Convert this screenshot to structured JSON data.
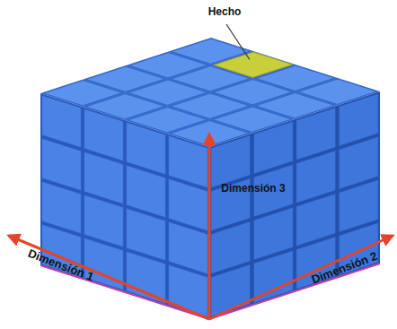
{
  "diagram": {
    "labels": [
      "Hecho",
      "Dimensión 1",
      "Dimensión 2",
      "Dimensión 3"
    ]
  }
}
